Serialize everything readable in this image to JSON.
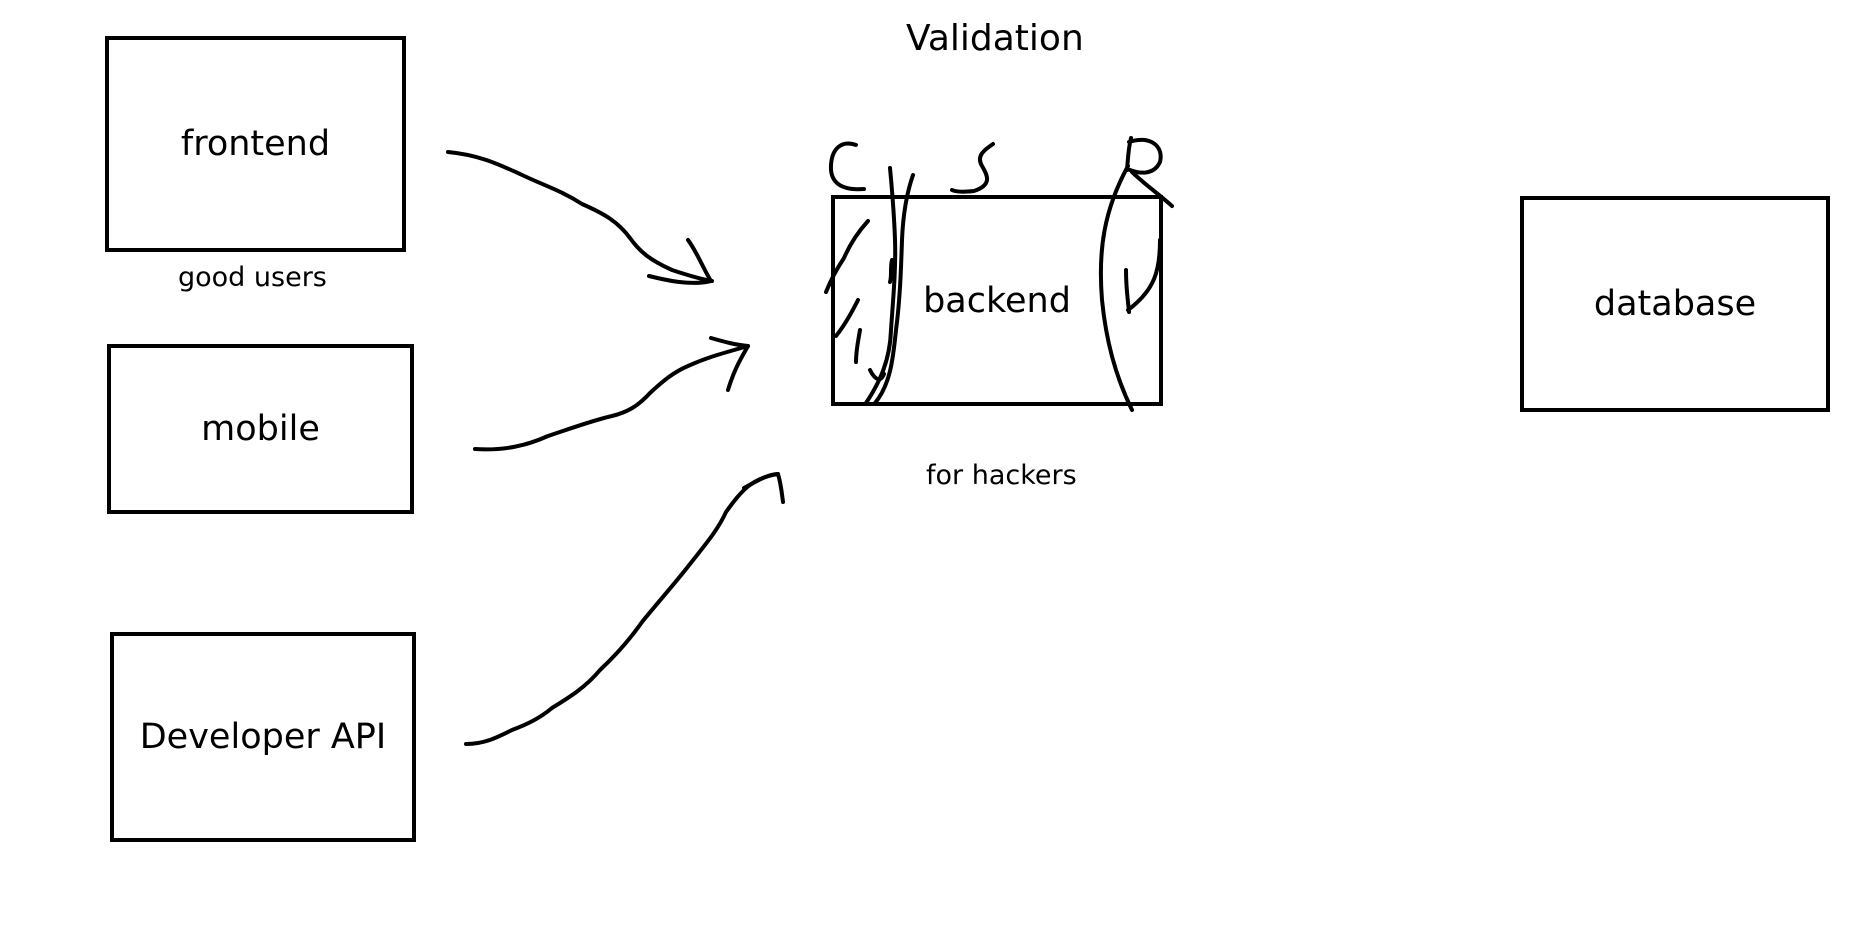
{
  "diagram": {
    "title": "Validation",
    "nodes": {
      "frontend": {
        "label": "frontend"
      },
      "mobile": {
        "label": "mobile"
      },
      "developer_api": {
        "label": "Developer API"
      },
      "backend": {
        "label": "backend"
      },
      "database": {
        "label": "database"
      }
    },
    "captions": {
      "good_users": "good users",
      "for_hackers": "for hackers"
    },
    "handwritten_letters": [
      "C",
      "S",
      "R"
    ],
    "edges": [
      {
        "from": "frontend",
        "to": "backend"
      },
      {
        "from": "mobile",
        "to": "backend"
      },
      {
        "from": "developer_api",
        "to": "backend"
      }
    ]
  }
}
